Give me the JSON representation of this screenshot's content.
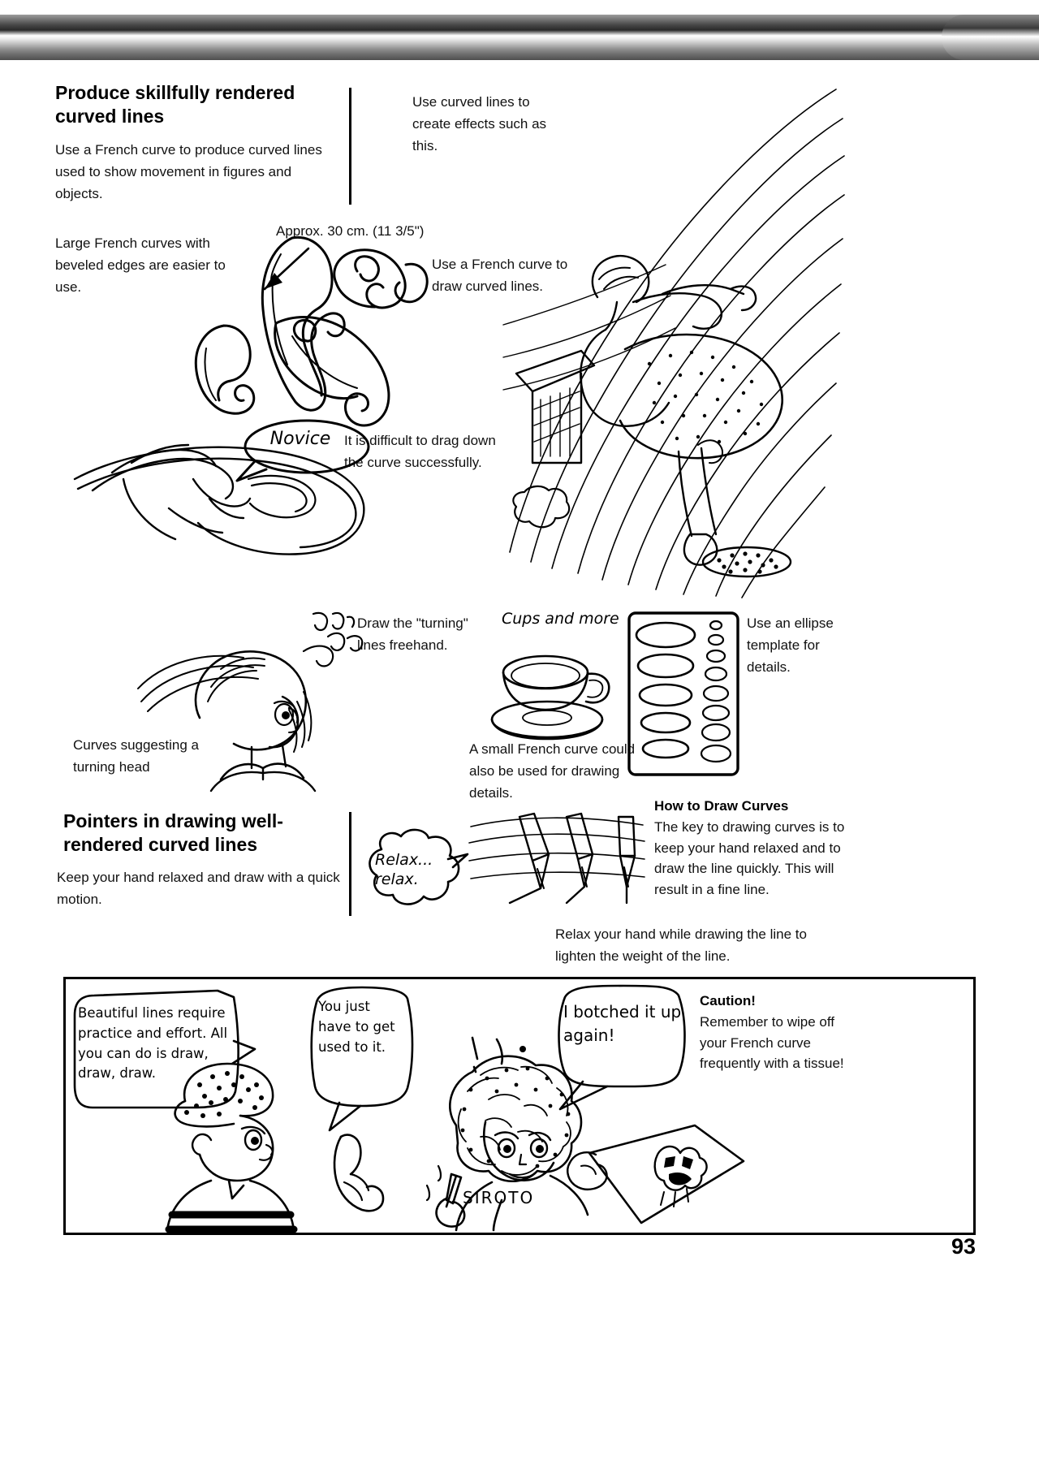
{
  "page": {
    "number": "93",
    "top_bar_color": "#6b6b6b"
  },
  "sections": {
    "heading1": "Produce skillfully rendered curved lines",
    "intro1": "Use a French curve to produce curved lines used to show movement in figures and objects.",
    "note_large_curves": "Large French curves with beveled edges are easier to use.",
    "callout_effects": "Use curved lines to create effects such as this.",
    "measure_label": "Approx. 30 cm. (11 3/5\")",
    "callout_use_curve": "Use a French curve to draw curved lines.",
    "bubble_novice": "Novice",
    "callout_difficult": "It is difficult to drag down the curve successfully.",
    "caption_turning_head": "Curves suggesting a turning head",
    "callout_turning_lines": "Draw the \"turning\" lines freehand.",
    "label_cups": "Cups and more",
    "callout_small_curve": "A small French curve could also be used for drawing details.",
    "callout_ellipse_template": "Use an ellipse template for details.",
    "heading2": "Pointers in drawing well-rendered curved lines",
    "intro2": "Keep your hand relaxed and draw with a quick motion.",
    "bubble_relax": "Relax... relax.",
    "howto_title": "How to Draw Curves",
    "howto_body": "The key to drawing curves is to keep your hand relaxed and to draw the line quickly. This will result in a fine line.",
    "relax_note": "Relax your hand while drawing the line to lighten the weight of the line."
  },
  "comic": {
    "bubble1": "Beautiful lines require practice and effort. All you can do is draw, draw, draw.",
    "bubble2": "You just have to get used to it.",
    "bubble3": "I botched it up again!",
    "caution_title": "Caution!",
    "caution_body": "Remember to wipe off your French curve frequently with a tissue!",
    "sketch_label": "SIROTO"
  }
}
